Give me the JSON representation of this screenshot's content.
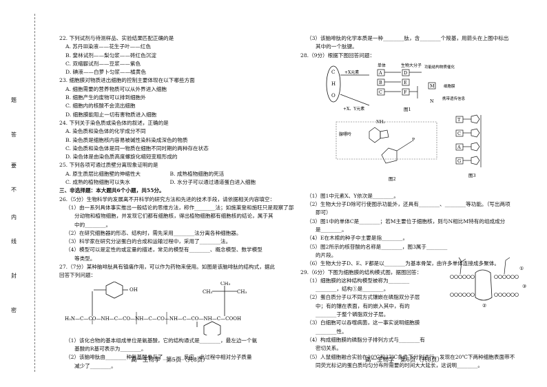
{
  "binding": {
    "seal_text": [
      "题",
      "答",
      "要",
      "不",
      "内",
      "线",
      "封",
      "密"
    ]
  },
  "left": {
    "q22": {
      "stem": "22. 下列试剂与待测样品、实验结果匹配正确的是",
      "a": "A. 苏丹Ⅲ染液——花生子叶——红色",
      "b": "B. 斐林试剂——梨匀浆——砖红色沉淀",
      "c": "C. 双缩脲试剂——豆浆——紫色",
      "d": "D. 碘液——白萝卜匀浆——橘黄色"
    },
    "q23": {
      "stem": "23. 细胞膜对物质进出细胞的控制主要体现在以下哪些方面",
      "a": "A. 细胞需要的营养物质可以从外界进入细胞",
      "b": "B. 细胞产生的废物可以排到细胞外",
      "c": "C. 细胞内的核酸不会流出细胞",
      "d": "D. 细胞膜能阻止一切有害物质进入细胞"
    },
    "q24": {
      "stem": "24. 下列关于染色质或染色体的叙述，正确的是",
      "a": "A. 染色质和染色体的化学成分不同",
      "b": "B. 染色质是细胞核内容易被碱性染料染成深色的物质",
      "c": "C. 染色质和染色体是同一物质在细胞不同时期的两种存在状态",
      "d": "D. 染色体是由染色质高度螺旋化缩短变粗形成的"
    },
    "q25": {
      "stem": "25. 下列各项可通过质壁分离现象证明的是",
      "a": "A. 原生质层比细胞壁的伸缩性大",
      "b": "B. 成熟植物细胞的死活",
      "c": "C. 成熟的植物细胞可以失水",
      "d": "D. 水分子可以通过通道蛋白进入细胞"
    },
    "section3": "三、非选择题：本大题共6个小题，共55分。",
    "q26": {
      "stem": "26.（5分）生物科学的发展离不开科学的研究方法和先进的技术手段，请依据相关内容填空：",
      "p1a": "（1）由一系列具体事实推出一般结论的思维方法，称作________法；如施莱登和施旺只是观察了部",
      "p1b": "分动物和植物细胞，并发现它们都有细胞核，得出植物细胞都有细胞核的结论，属于其",
      "p1c": "中的________。",
      "p2": "（2）在研究细胞器的形态、结构时，需先采用________法分离各种细胞器。",
      "p3": "（3）科学家在研究分泌蛋白的合成和运输过程中，采用了________法。",
      "p4a": "（4）模型可以是定性的或定量的描述，常见的模型有________、概念模型、数学模型",
      "p4b": "等类型。"
    },
    "q27": {
      "stem1": "27.（7分）某种脑啡肽具有镇痛作用，可以作为药物来使用。如图是该脑啡肽的结构式，据此",
      "stem2": "回答下列问题：",
      "p1a": "（1）该化合物的基本组成单位是氨基酸，它的结构通式是________，最左边一个氨",
      "p1b": "基酸的R基可表示为________。",
      "p2a": "（2）该脑啡肽由________种氨基酸参与了________反应，此过程中相对分子质量",
      "p2b": "减少了________。"
    },
    "struct_labels": {
      "h2n": "H₂N",
      "cooh": "COOH",
      "oh": "OH",
      "ch3": "CH₃",
      "ch": "CH",
      "chain": "H₂N—C—CO—NH—C—CO—NH—C—CO—NH—C—CO—NH—C—COOH"
    },
    "footer": "高一生物学　第5页（共8页）"
  },
  "right": {
    "q27_3a": "（3）该脑啡肽的化学本质是一种________肽，含________个羧基，用箭头在上图中标出",
    "q27_3b": "其中的一个肽键。",
    "q28": {
      "stem": "28.（9分）根据下图回答问题：",
      "fig1": {
        "elements": [
          "C",
          "H",
          "O"
        ],
        "to_a": "+X元素",
        "to_b": "+X、Y元素",
        "monomer": "单体",
        "macro": "生物大分子",
        "boxes": [
          "A",
          "B",
          "C",
          "D",
          "E",
          "F",
          "M",
          "N"
        ],
        "func_d": "功能结构物质催化",
        "func_m": "细胞膜",
        "func_n": "携带遗传信息",
        "caption": "图1"
      },
      "fig2": {
        "label_base": "腺嘌呤",
        "label_nh2": "NH₂",
        "caption": "图2"
      },
      "fig3": {
        "bases": [
          "T",
          "C",
          "A",
          "G"
        ],
        "caption": "图3"
      },
      "p1": "（1）图1中元素X、Y依次是________。",
      "p2a": "（2）生物大分子D除可行使图示功能外，还具有________、________等功能。（写出两项",
      "p2b": "即可）",
      "p3a": "（3）图1中的单体C是________；若M主要位于细胞核，则与N相比M特有的组成成分",
      "p3b": "是________。",
      "p4": "（4）E在木棉的种子中主要是指________。",
      "p5a": "（5）图2所示的核苷酸的名称是________，图3属于________",
      "p5b": "的片段。",
      "p6": "（6）生物大分子D、E、F都是以________为基本骨架，由许多单体连接成多聚体。"
    },
    "q29": {
      "stem": "29.（6分）下图为细胞膜的结构模式图，据图回答：",
      "p1a": "（1）细胞膜的这种结构模型被称为________",
      "p1b": "________，结构①是________。",
      "p2a": "（2）蛋白质分子以不同方式镶嵌在磷脂双分子层",
      "p2b": "中；有的镶在表面，有的嵌入其中，有的",
      "p2c": "________于整个磷脂双分子层。",
      "p3a": "（3）白细胞可以吞噬病菌，这一事实说明细胞膜",
      "p3b": "________性。",
      "p4a": "（4）构成细胞膜的磷脂分子排列方式与________有",
      "p4b": "密切关系。",
      "p5a": "（5）人鼠细胞融合实验在20℃和37℃条件下分别进行，发现在20℃下两种细胞表面带不",
      "p5b": "同荧光标记的蛋白质均匀分布所需要的时间大大延长，这说明________。",
      "labels": [
        "①",
        "②",
        "③"
      ]
    },
    "footer": "高一生物学　第6页（共8页）"
  }
}
